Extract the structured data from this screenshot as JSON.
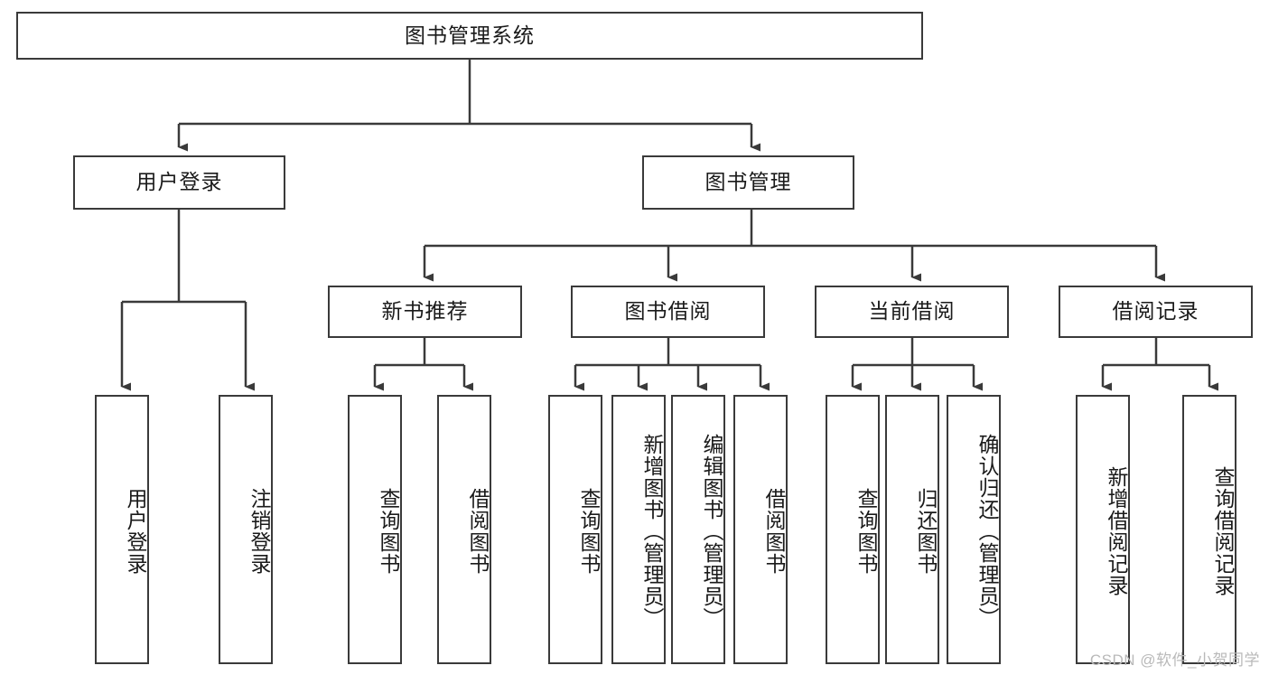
{
  "diagram": {
    "title": "图书管理系统",
    "type": "tree-hierarchy-chart",
    "colors": {
      "box_border": "#3a3a3a",
      "box_fill": "#ffffff",
      "edge": "#3a3a3a",
      "text": "#1a1a1a",
      "watermark": "#b9b9b9",
      "background": "#ffffff"
    },
    "root": {
      "label": "图书管理系统"
    },
    "level2": [
      {
        "id": "user-login",
        "label": "用户登录"
      },
      {
        "id": "book-management",
        "label": "图书管理"
      }
    ],
    "level3": [
      {
        "id": "new-book-recommend",
        "label": "新书推荐",
        "parent": "book-management"
      },
      {
        "id": "book-borrow",
        "label": "图书借阅",
        "parent": "book-management"
      },
      {
        "id": "current-borrow",
        "label": "当前借阅",
        "parent": "book-management"
      },
      {
        "id": "borrow-record",
        "label": "借阅记录",
        "parent": "book-management"
      }
    ],
    "leaves": {
      "user-login": [
        {
          "id": "leaf-user-login",
          "label": "用户登录"
        },
        {
          "id": "leaf-user-logout",
          "label": "注销登录"
        }
      ],
      "new-book-recommend": [
        {
          "id": "leaf-query-book-1",
          "label": "查询图书"
        },
        {
          "id": "leaf-borrow-book-1",
          "label": "借阅图书"
        }
      ],
      "book-borrow": [
        {
          "id": "leaf-query-book-2",
          "label": "查询图书"
        },
        {
          "id": "leaf-add-book",
          "label": "新增图书（管理员）"
        },
        {
          "id": "leaf-edit-book",
          "label": "编辑图书（管理员）"
        },
        {
          "id": "leaf-borrow-book-2",
          "label": "借阅图书"
        }
      ],
      "current-borrow": [
        {
          "id": "leaf-query-book-3",
          "label": "查询图书"
        },
        {
          "id": "leaf-return-book",
          "label": "归还图书"
        },
        {
          "id": "leaf-confirm-return",
          "label": "确认归还（管理员）"
        }
      ],
      "borrow-record": [
        {
          "id": "leaf-add-record",
          "label": "新增借阅记录"
        },
        {
          "id": "leaf-query-record",
          "label": "查询借阅记录"
        }
      ]
    },
    "watermark": "CSDN @软件_小贺同学"
  }
}
